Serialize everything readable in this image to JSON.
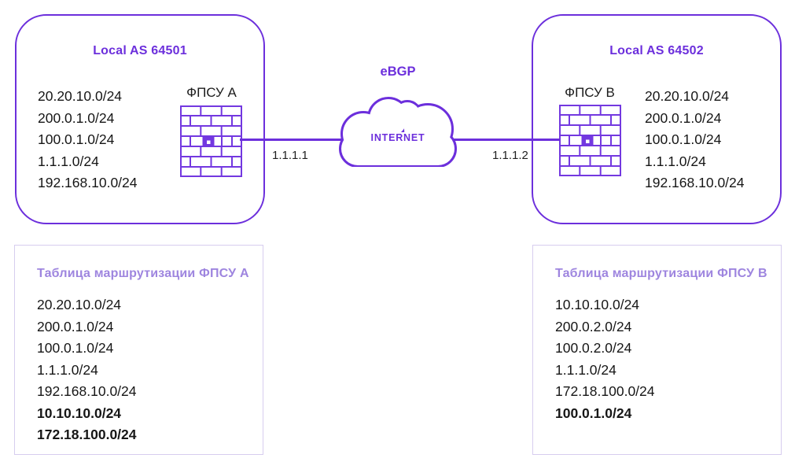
{
  "as_left": {
    "title": "Local AS 64501",
    "firewall_label": "ФПСУ А",
    "networks": [
      "20.20.10.0/24",
      "200.0.1.0/24",
      "100.0.1.0/24",
      "1.1.1.0/24",
      "192.168.10.0/24"
    ]
  },
  "as_right": {
    "title": "Local AS 64502",
    "firewall_label": "ФПСУ В",
    "networks": [
      "20.20.10.0/24",
      "200.0.1.0/24",
      "100.0.1.0/24",
      "1.1.1.0/24",
      "192.168.10.0/24"
    ]
  },
  "link": {
    "protocol_label": "eBGP",
    "cloud_label": "INTERNET",
    "left_interface_ip": "1.1.1.1",
    "right_interface_ip": "1.1.1.2"
  },
  "routing_tables": {
    "left": {
      "title": "Таблица маршрутизации ФПСУ А",
      "rows": [
        {
          "text": "20.20.10.0/24",
          "bold": false
        },
        {
          "text": "200.0.1.0/24",
          "bold": false
        },
        {
          "text": "100.0.1.0/24",
          "bold": false
        },
        {
          "text": "1.1.1.0/24",
          "bold": false
        },
        {
          "text": "192.168.10.0/24",
          "bold": false
        },
        {
          "text": "10.10.10.0/24",
          "bold": true
        },
        {
          "text": "172.18.100.0/24",
          "bold": true
        }
      ]
    },
    "right": {
      "title": "Таблица маршрутизации ФПСУ В",
      "rows": [
        {
          "text": "10.10.10.0/24",
          "bold": false
        },
        {
          "text": "200.0.2.0/24",
          "bold": false
        },
        {
          "text": "100.0.2.0/24",
          "bold": false
        },
        {
          "text": "1.1.1.0/24",
          "bold": false
        },
        {
          "text": "172.18.100.0/24",
          "bold": false
        },
        {
          "text": "100.0.1.0/24",
          "bold": true
        }
      ]
    }
  },
  "colors": {
    "primary_purple": "#6C2FDC",
    "wall_purple": "#7338E0",
    "table_title_purple": "#9E85DF",
    "table_border": "#D7CDEF",
    "text_dark": "#161616"
  }
}
